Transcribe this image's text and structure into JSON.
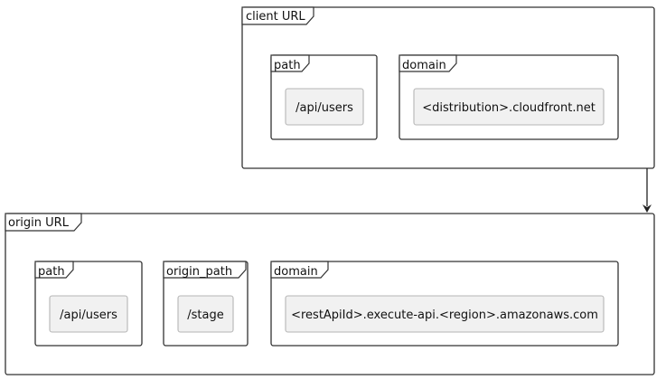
{
  "diagram": {
    "client": {
      "label": "client URL",
      "path": {
        "label": "path",
        "node": "/api/users"
      },
      "domain": {
        "label": "domain",
        "node": "<distribution>.cloudfront.net"
      }
    },
    "origin": {
      "label": "origin URL",
      "path": {
        "label": "path",
        "node": "/api/users"
      },
      "origin_path": {
        "label": "origin_path",
        "node": "/stage"
      },
      "domain": {
        "label": "domain",
        "node": "<restApiId>.execute-api.<region>.amazonaws.com"
      }
    }
  },
  "colors": {
    "frame_stroke": "#333333",
    "node_fill": "#f1f1f1",
    "node_stroke": "#b5b5b5"
  }
}
